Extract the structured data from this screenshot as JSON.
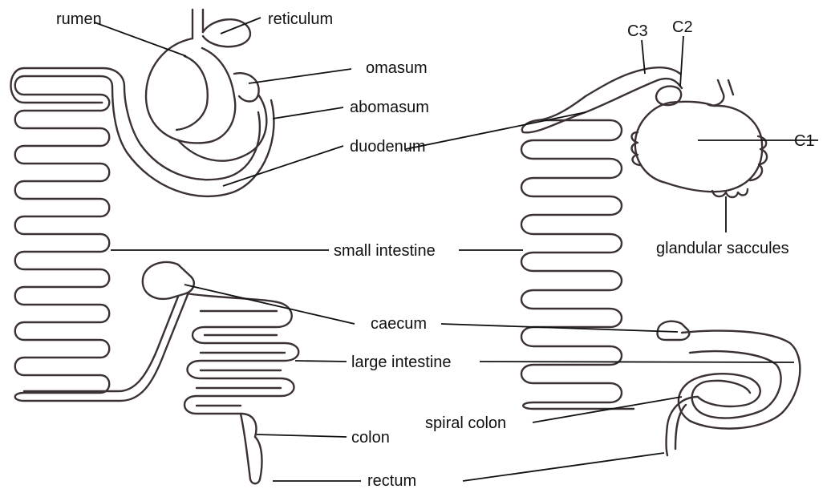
{
  "labels": {
    "rumen": "rumen",
    "reticulum": "reticulum",
    "omasum": "omasum",
    "abomasum": "abomasum",
    "duodenum": "duodenum",
    "small_intestine": "small intestine",
    "caecum": "caecum",
    "large_intestine": "large intestine",
    "colon": "colon",
    "rectum": "rectum",
    "c1": "C1",
    "c2": "C2",
    "c3": "C3",
    "glandular_saccules": "glandular saccules",
    "spiral_colon": "spiral colon"
  },
  "colors": {
    "outline": "#3a3035",
    "text": "#111111",
    "background": "#ffffff"
  }
}
